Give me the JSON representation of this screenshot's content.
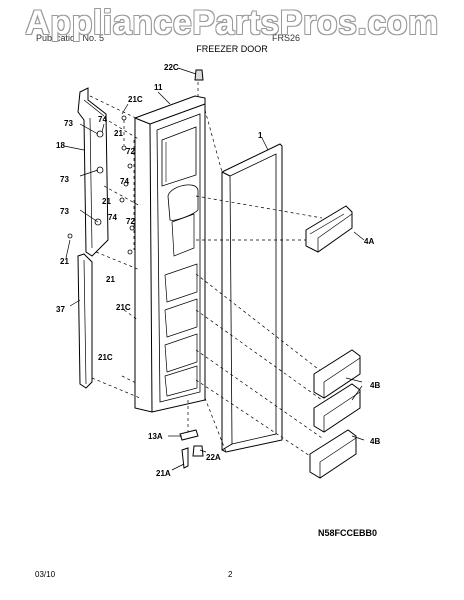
{
  "watermark": "AppliancePartsPros.com",
  "header": {
    "left": "Publication No. 5",
    "right": "FRS26",
    "title": "FREEZER DOOR"
  },
  "callouts": {
    "c22C_top": "22C",
    "c11": "11",
    "c21C_a": "21C",
    "c73_a": "73",
    "c74_a": "74",
    "c21_a": "21",
    "c72_a": "72",
    "c18": "18",
    "c73_b": "73",
    "c74_b": "74",
    "c21_b": "21",
    "c73_c": "73",
    "c74_c": "74",
    "c72_b": "72",
    "c21_c": "21",
    "c21_d": "21",
    "c37": "37",
    "c21C_b": "21C",
    "c21C_c": "21C",
    "c1": "1",
    "c4A": "4A",
    "c4B_a": "4B",
    "c4B_b": "4B",
    "c13A": "13A",
    "c22A": "22A",
    "c21A": "21A"
  },
  "footer": {
    "code": "N58FCCEBB0",
    "date": "03/10",
    "page": "2"
  }
}
